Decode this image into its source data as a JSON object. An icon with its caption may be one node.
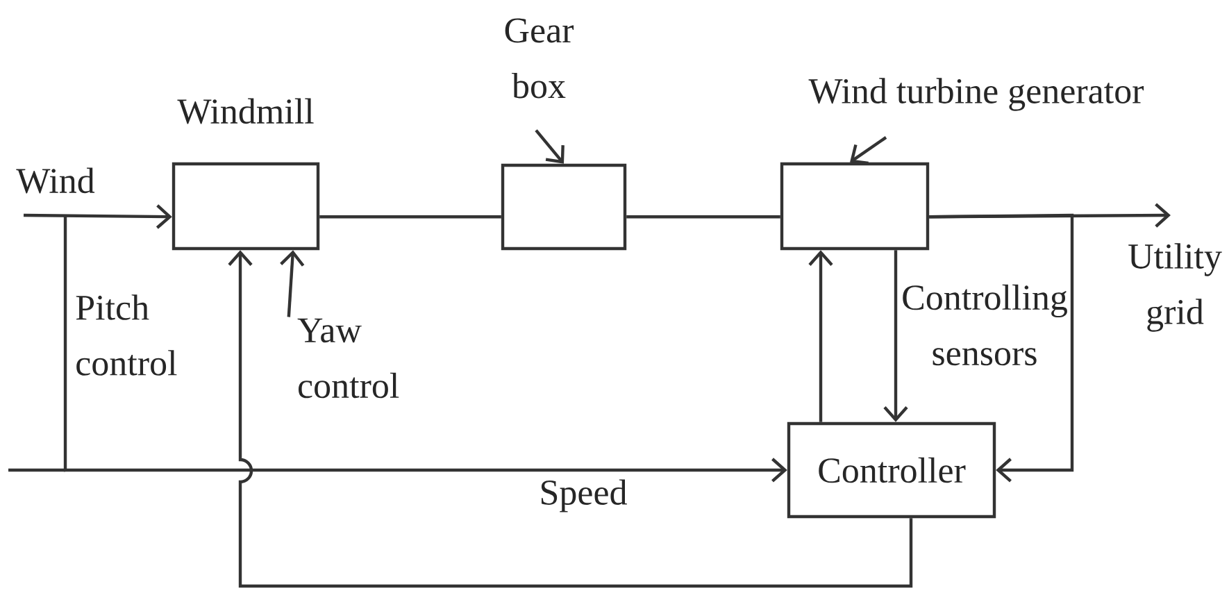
{
  "diagram": {
    "nodes": [
      {
        "text": [
          "Windmill"
        ]
      },
      {
        "text": [
          "Gear box"
        ]
      },
      {
        "text": [],
        "shape": "box"
      },
      {
        "text": [
          "Wind turbine generator"
        ]
      },
      {
        "text": [],
        "shape": "box"
      },
      {
        "text": [
          "Controller"
        ]
      },
      {
        "text": [
          "Yaw control"
        ]
      }
    ],
    "edges": [
      {
        "from": null,
        "to": 0,
        "arrow": "to",
        "label": "Wind"
      },
      {
        "from": 0,
        "to": 2,
        "arrow": "none"
      },
      {
        "from": 1,
        "to": 2,
        "arrow": "to"
      },
      {
        "from": 2,
        "to": 4,
        "arrow": "none"
      },
      {
        "from": 3,
        "to": 4,
        "arrow": "to"
      },
      {
        "from": 4,
        "to": null,
        "arrow": "to"
      },
      {
        "from": 4,
        "to": 5,
        "arrow": "to"
      },
      {
        "from": 4,
        "to": 5,
        "arrow": "to"
      },
      {
        "from": 5,
        "to": 4,
        "arrow": "to"
      },
      {
        "from": 5,
        "to": 0,
        "arrow": "to"
      },
      {
        "from": 6,
        "to": 0,
        "arrow": "to"
      },
      {
        "from": null,
        "to": 5,
        "arrow": "to",
        "label": "Speed"
      }
    ],
    "labels": [
      "Pitch control",
      "Controlling sensors",
      "Utility grid"
    ]
  }
}
